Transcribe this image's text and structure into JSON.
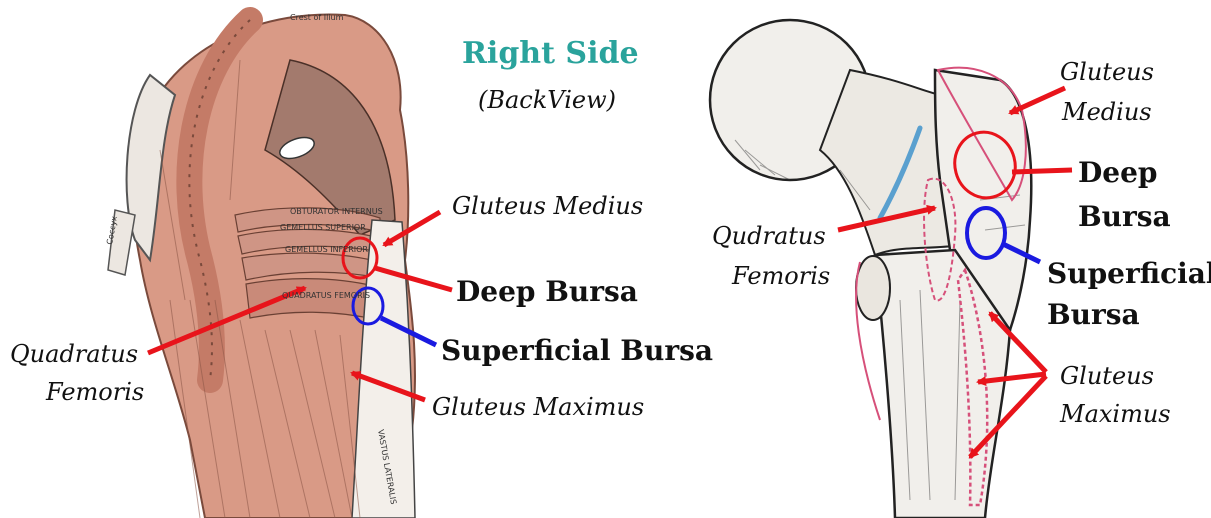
{
  "header": {
    "title": "Right Side",
    "subtitle": "(BackView)"
  },
  "left_panel": {
    "labels": {
      "gluteus_medius": "Gluteus Medius",
      "deep_bursa": "Deep Bursa",
      "superficial_bursa": "Superficial Bursa",
      "quadratus_1": "Quadratus",
      "quadratus_2": "Femoris",
      "gluteus_maximus": "Gluteus Maximus"
    },
    "engraved_text": [
      "Crest of Ilium",
      "OBTURATOR INTERNUS",
      "GEMELLUS SUPERIOR",
      "GEMELLUS INFERIOR",
      "QUADRATUS FEMORIS",
      "VASTUS LATERALIS",
      "Coccyx"
    ]
  },
  "right_panel": {
    "labels": {
      "gluteus_medius_1": "Gluteus",
      "gluteus_medius_2": "Medius",
      "deep_1": "Deep",
      "deep_2": "Bursa",
      "superficial_1": "Superficial",
      "superficial_2": "Bursa",
      "qudratus_1": "Qudratus",
      "qudratus_2": "Femoris",
      "gluteus_maximus_1": "Gluteus",
      "gluteus_maximus_2": "Maximus"
    }
  },
  "colors": {
    "title": "#2aa39c",
    "arrow_red": "#e8141b",
    "bursa_blue": "#1a1ae0",
    "muscle": "#d99a86",
    "muscle_dark": "#a35f50",
    "bone": "#f1efeb",
    "outline": "#222222",
    "insertion_pink": "#d6507a",
    "ligament_blue": "#5aa0cf"
  }
}
